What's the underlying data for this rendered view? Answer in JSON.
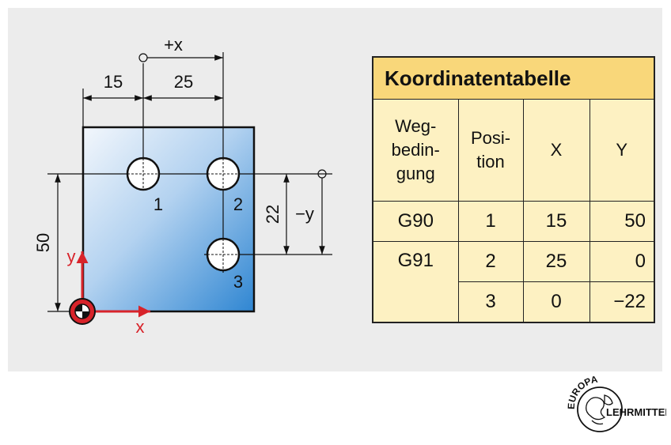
{
  "dimensions": {
    "dim_15": "15",
    "dim_25": "25",
    "dim_plus_x": "+x",
    "dim_50": "50",
    "dim_22": "22",
    "dim_minus_y": "−y"
  },
  "hole_labels": [
    "1",
    "2",
    "3"
  ],
  "axes": {
    "x_label": "x",
    "y_label": "y"
  },
  "table": {
    "title": "Koordinatentabelle",
    "headers": [
      "Weg-\nbedin-\ngung",
      "Posi-\ntion",
      "X",
      "Y"
    ],
    "rows": [
      [
        "G90",
        "1",
        "15",
        "50"
      ],
      [
        "G91",
        "2",
        "25",
        "0"
      ],
      [
        "",
        "3",
        "0",
        "−22"
      ]
    ]
  },
  "logo": {
    "top_text": "EUROPA",
    "bottom_text": "LEHRMITTEL"
  },
  "colors": {
    "panel_bg": "#ececec",
    "table_title_bg": "#f9d77a",
    "table_bg": "#fdf1c2",
    "axis_red": "#d8232a",
    "plate_light": "#eef4fb",
    "plate_dark": "#3a8fd6"
  }
}
